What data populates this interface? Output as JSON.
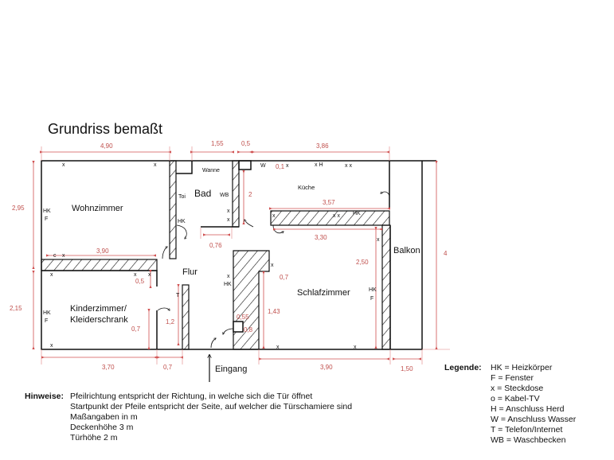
{
  "title": "Grundriss bemaßt",
  "rooms": {
    "wohnzimmer": "Wohnzimmer",
    "bad": "Bad",
    "kueche": "Küche",
    "flur": "Flur",
    "kinderzimmer_1": "Kinderzimmer/",
    "kinderzimmer_2": "Kleiderschrank",
    "schlafzimmer": "Schlafzimmer",
    "balkon": "Balkon",
    "eingang": "Eingang"
  },
  "fixtures": {
    "wanne": "Wanne",
    "toi": "Toi",
    "wb": "WB",
    "hk": "HK",
    "f": "F",
    "x": "x",
    "w": "W",
    "xh": "x H",
    "xx": "x x",
    "c": "c",
    "t": "T"
  },
  "dims": [
    "4,90",
    "1,55",
    "0,5",
    "3,86",
    "2,95",
    "2",
    "0,1",
    "3,57",
    "3,30",
    "0,76",
    "3,90",
    "0,5",
    "0,7",
    "2,50",
    "4",
    "2,15",
    "1,2",
    "0,7",
    "1,43",
    "0,55",
    "0,8",
    "3,70",
    "0,7",
    "3,90",
    "1,50"
  ],
  "legend": {
    "title": "Legende:",
    "items": [
      "HK = Heizkörper",
      "F = Fenster",
      "x = Steckdose",
      "o = Kabel-TV",
      "H = Anschluss Herd",
      "W = Anschluss Wasser",
      "T = Telefon/Internet",
      "WB = Waschbecken"
    ]
  },
  "hints": {
    "title": "Hinweise:",
    "items": [
      "Pfeilrichtung entspricht der Richtung, in welche sich die Tür öffnet",
      "Startpunkt der Pfeile entspricht der Seite, auf welcher die Türschamiere sind",
      "Maßangaben in m",
      "Deckenhöhe 3 m",
      "Türhöhe 2 m"
    ]
  },
  "colors": {
    "dimension": "#c0504d",
    "wall": "#111111"
  }
}
